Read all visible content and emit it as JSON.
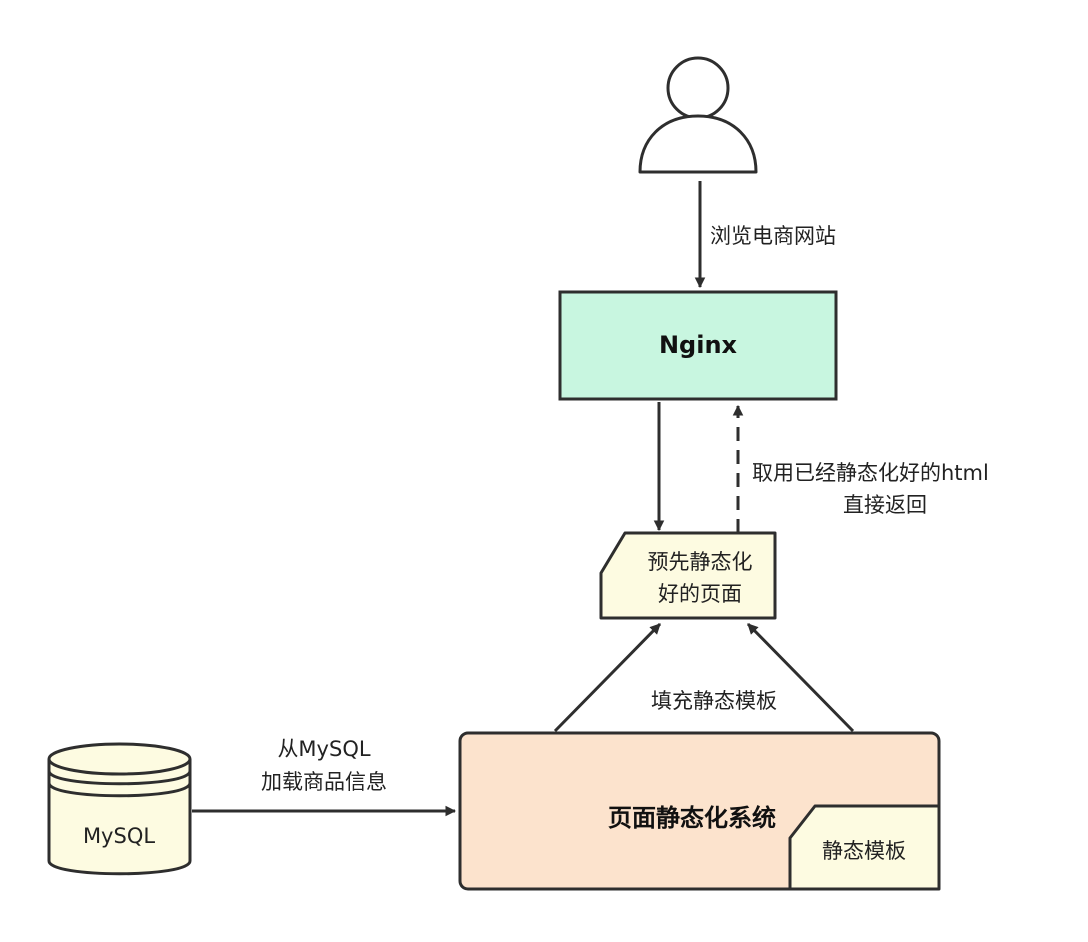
{
  "nodes": {
    "user": {
      "icon": "user-icon"
    },
    "nginx": {
      "label": "Nginx",
      "fill": "#c8f6e0"
    },
    "static_page": {
      "line1": "预先静态化",
      "line2": "好的页面",
      "fill": "#fdfbe1"
    },
    "system": {
      "label": "页面静态化系统",
      "fill": "#fce3cd"
    },
    "template": {
      "label": "静态模板",
      "fill": "#fdfbe1"
    },
    "mysql": {
      "label": "MySQL",
      "fill": "#fdfbe1"
    }
  },
  "edges": {
    "browse": {
      "label": "浏览电商网站"
    },
    "return": {
      "line1": "取用已经静态化好的html",
      "line2": "直接返回"
    },
    "fill": {
      "label": "填充静态模板"
    },
    "load": {
      "line1": "从MySQL",
      "line2": "加载商品信息"
    }
  },
  "colors": {
    "stroke": "#2e2e2e"
  }
}
